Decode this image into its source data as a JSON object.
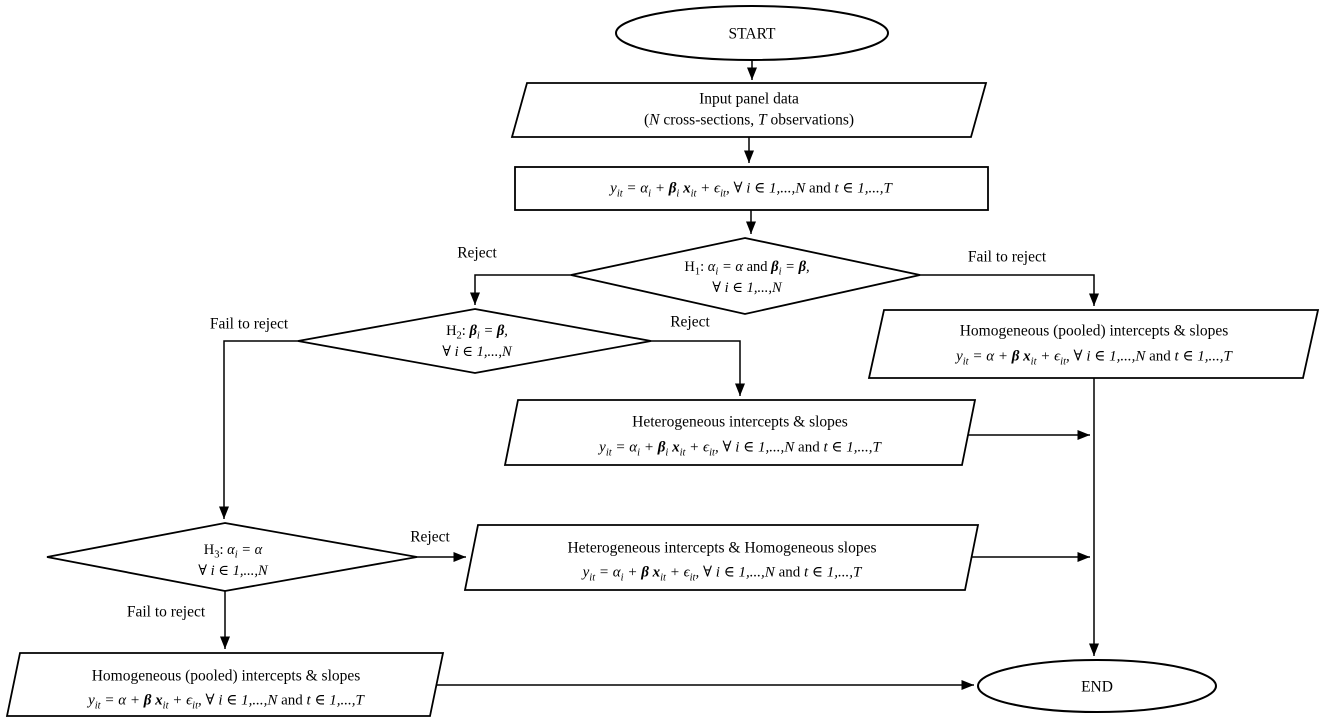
{
  "diagram": {
    "background_color": "#ffffff",
    "line_color": "#000000",
    "nodes": {
      "start": {
        "label": "START"
      },
      "input": {
        "line1": "Input panel data",
        "line2": "(~N~ cross-sections, ~T~ observations)"
      },
      "model": {
        "equation": "y_{it} = α_{i} + *β*_{i} *x*_{it} + ϵ_{it}, ∀ i ∈ 1,...,N !and! t ∈ 1,...,T"
      },
      "h1": {
        "line1": "!H_{1}:! α_{i} = α !and! *β*_{i} = *β*,",
        "line2": "∀ i ∈ 1,...,N"
      },
      "h2": {
        "line1": "!H_{2}:! *β*_{i} = *β*,",
        "line2": "∀ i ∈ 1,...,N"
      },
      "h3": {
        "line1": "!H_{3}:! α_{i} = α",
        "line2": "∀ i ∈ 1,...,N"
      },
      "pooled_right": {
        "title": "Homogeneous (pooled) intercepts & slopes",
        "equation": "y_{it} = α + *β* *x*_{it} + ϵ_{it}, ∀ i ∈ 1,...,N !and! t ∈ 1,...,T"
      },
      "heterogeneous": {
        "title": "Heterogeneous intercepts & slopes",
        "equation": "y_{it} = α_{i} + *β*_{i} *x*_{it} + ϵ_{it}, ∀ i ∈ 1,...,N !and! t ∈ 1,...,T"
      },
      "het_intercepts_hom_slopes": {
        "title": "Heterogeneous intercepts & Homogeneous slopes",
        "equation": "y_{it} = α_{i} + *β* *x*_{it} + ϵ_{it}, ∀ i ∈ 1,...,N !and! t ∈ 1,...,T"
      },
      "pooled_bottom": {
        "title": "Homogeneous (pooled) intercepts & slopes",
        "equation": "y_{it} = α + *β* *x*_{it} + ϵ_{it}, ∀ i ∈ 1,...,N !and! t ∈ 1,...,T"
      },
      "end": {
        "label": "END"
      }
    },
    "edge_labels": {
      "h1_reject": "Reject",
      "h1_fail": "Fail to reject",
      "h2_reject": "Reject",
      "h2_fail": "Fail to reject",
      "h3_reject": "Reject",
      "h3_fail": "Fail to reject"
    }
  }
}
